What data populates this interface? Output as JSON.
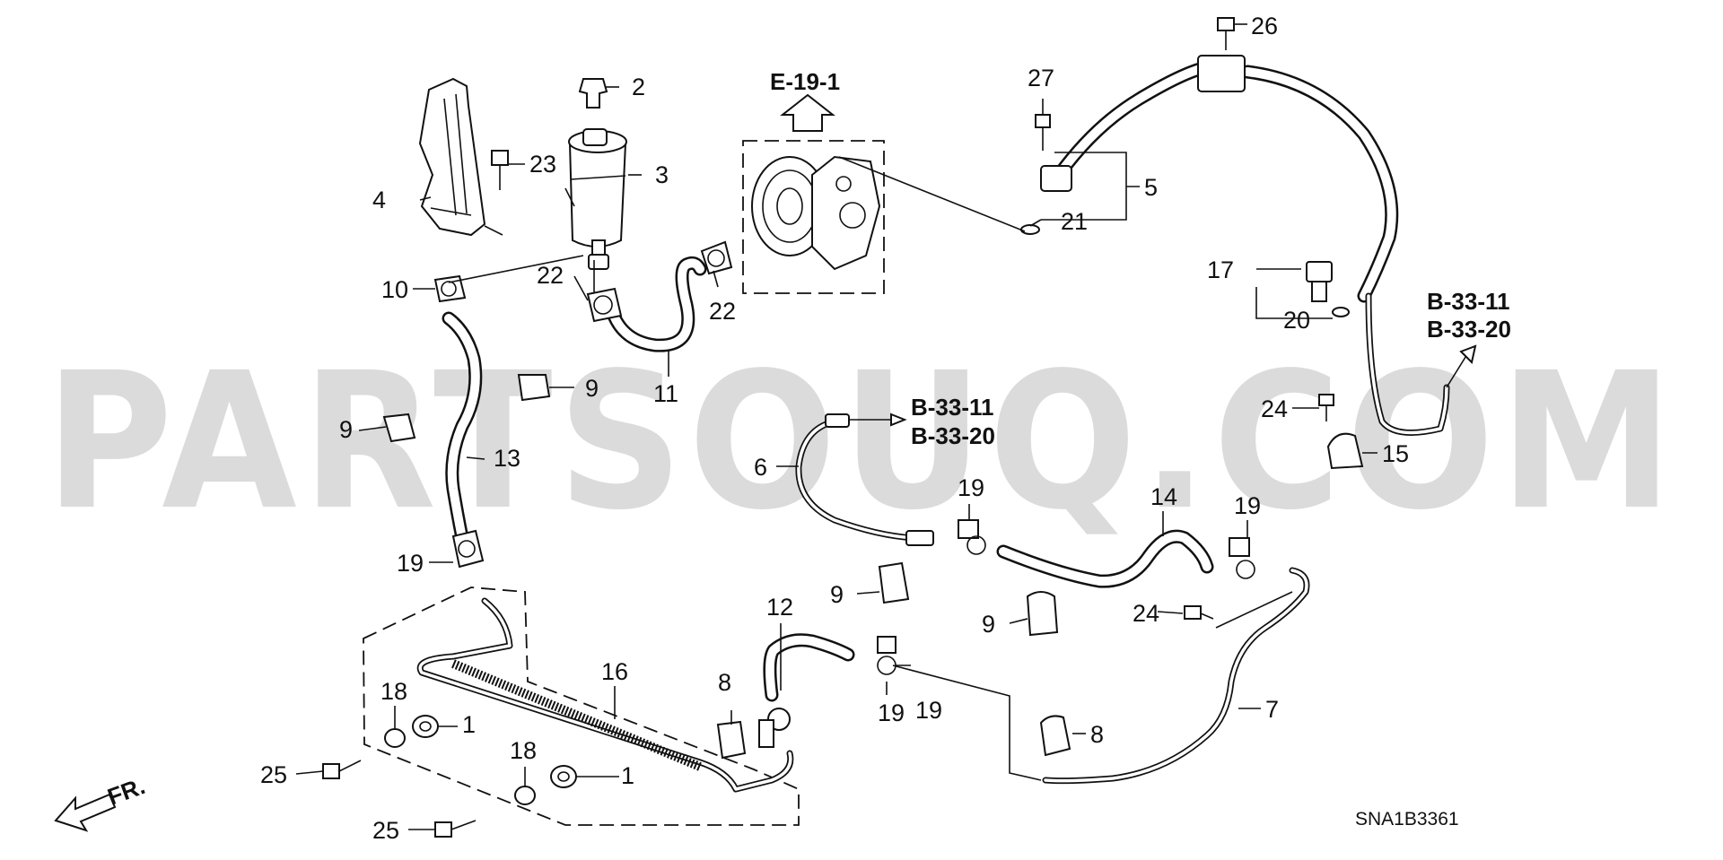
{
  "watermark": "PARTSOUQ.COM",
  "references": {
    "pump": "E-19-1",
    "upper_right_line1": "B-33-11",
    "upper_right_line2": "B-33-20",
    "center_line1": "B-33-11",
    "center_line2": "B-33-20"
  },
  "direction_label": "FR.",
  "diagram_code": "SNA1B3361",
  "callouts": {
    "c2": "2",
    "c3": "3",
    "c4": "4",
    "c23": "23",
    "c10": "10",
    "c22a": "22",
    "c22b": "22",
    "c11": "11",
    "c9a": "9",
    "c9b": "9",
    "c13": "13",
    "c19a": "19",
    "c27": "27",
    "c26": "26",
    "c5": "5",
    "c21": "21",
    "c17": "17",
    "c20": "20",
    "c24a": "24",
    "c15": "15",
    "c6": "6",
    "c19b": "19",
    "c14": "14",
    "c19c": "19",
    "c9c": "9",
    "c9d": "9",
    "c24b": "24",
    "c12": "12",
    "c8a": "8",
    "c19d": "19",
    "c19e": "19",
    "c16": "16",
    "c18a": "18",
    "c1a": "1",
    "c25a": "25",
    "c18b": "18",
    "c1b": "1",
    "c25b": "25",
    "c7": "7",
    "c8b": "8"
  }
}
